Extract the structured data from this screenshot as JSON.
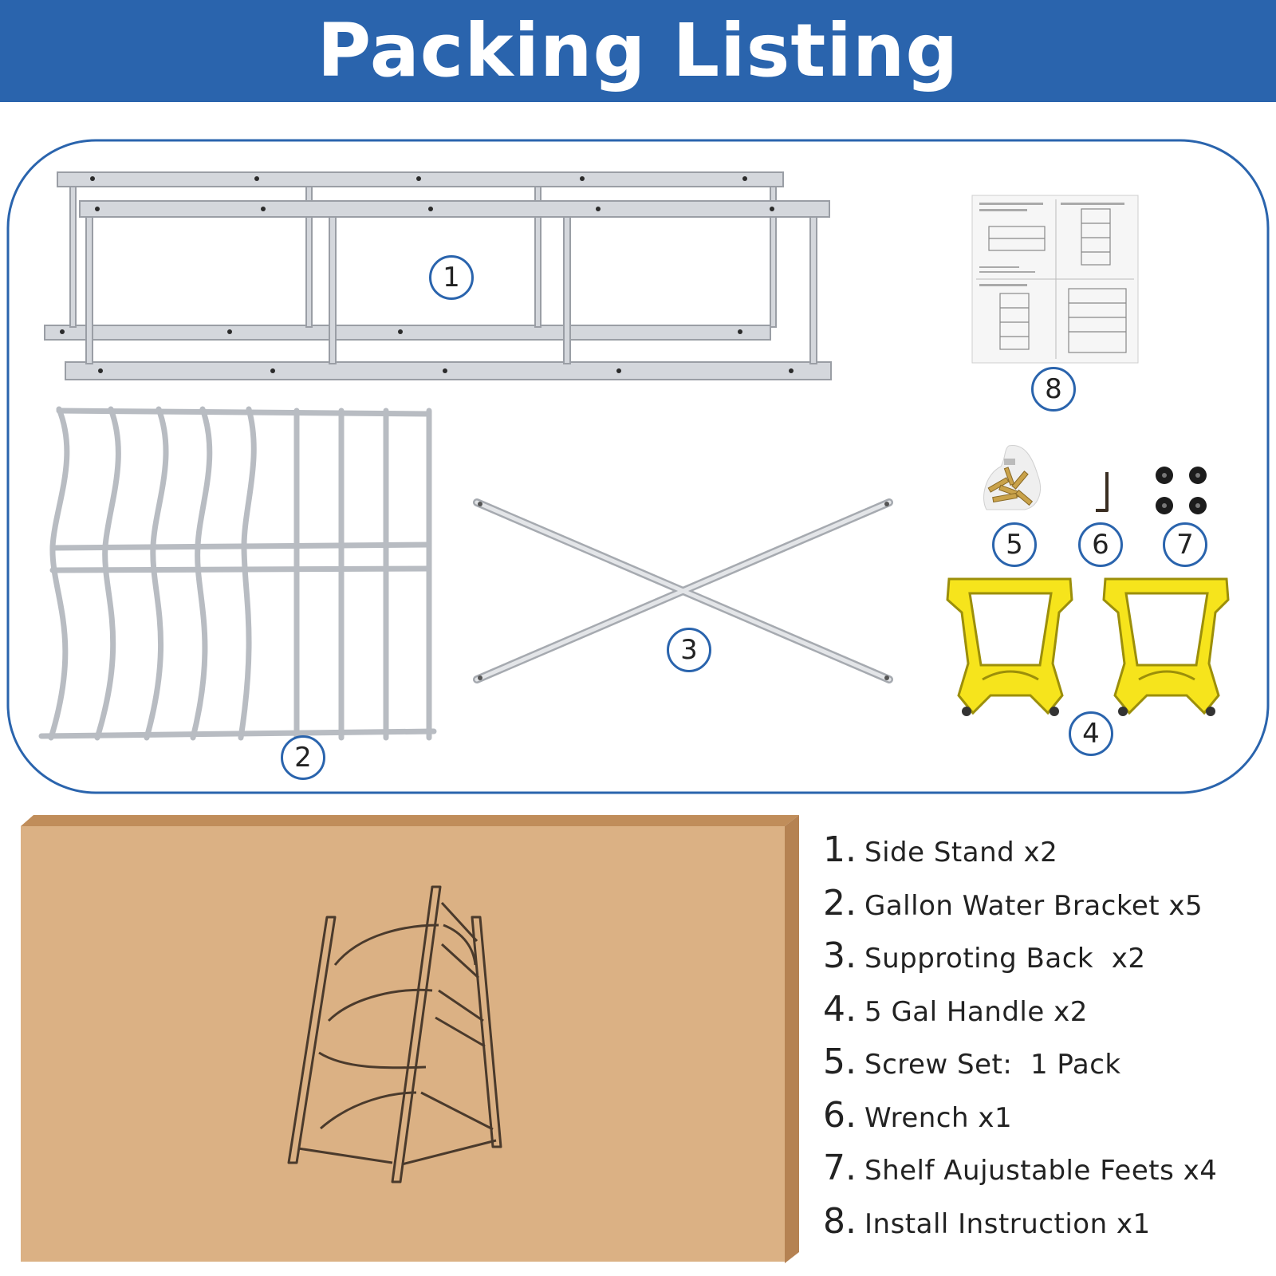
{
  "header": {
    "title": "Packing Listing"
  },
  "parts": [
    {
      "badge": "1",
      "name": "side-stands"
    },
    {
      "badge": "2",
      "name": "gallon-water-bracket"
    },
    {
      "badge": "3",
      "name": "supporting-back"
    },
    {
      "badge": "4",
      "name": "handles"
    },
    {
      "badge": "5",
      "name": "screw-set"
    },
    {
      "badge": "6",
      "name": "wrench"
    },
    {
      "badge": "7",
      "name": "adjustable-feet"
    },
    {
      "badge": "8",
      "name": "instruction-sheet"
    }
  ],
  "packing_list": [
    {
      "num": "1.",
      "text": "Side Stand x2"
    },
    {
      "num": "2.",
      "text": "Gallon Water Bracket x5"
    },
    {
      "num": "3.",
      "text": "Supproting Back  x2"
    },
    {
      "num": "4.",
      "text": "5 Gal Handle x2"
    },
    {
      "num": "5.",
      "text": "Screw Set:  1 Pack"
    },
    {
      "num": "6.",
      "text": "Wrench x1"
    },
    {
      "num": "7.",
      "text": "Shelf Aujustable Feets x4"
    },
    {
      "num": "8.",
      "text": "Install Instruction x1"
    }
  ],
  "colors": {
    "header": "#2a64ad",
    "badge_ring": "#2a64ad",
    "metal": "#c9ccd1",
    "handle": "#f6e41c",
    "box": "#dbb184"
  }
}
